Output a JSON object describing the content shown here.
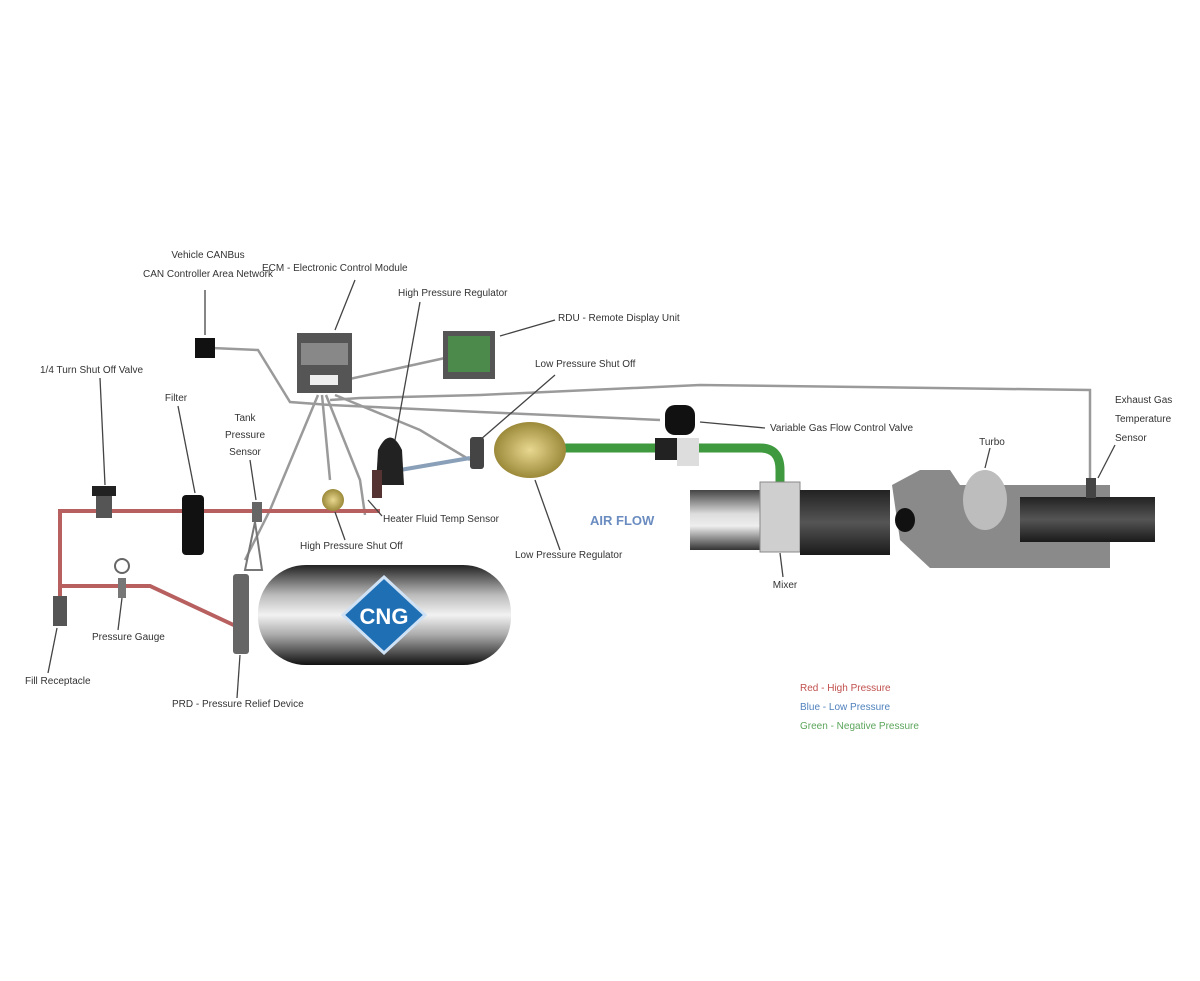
{
  "labels": {
    "canbus_1": "Vehicle CANBus",
    "canbus_2": "CAN Controller Area Network",
    "ecm": "ECM - Electronic Control Module",
    "hp_regulator": "High Pressure Regulator",
    "rdu": "RDU - Remote Display Unit",
    "lp_shutoff": "Low Pressure Shut Off",
    "quarter_turn_valve": "1/4 Turn Shut Off Valve",
    "filter": "Filter",
    "tank_sensor_1": "Tank",
    "tank_sensor_2": "Pressure",
    "tank_sensor_3": "Sensor",
    "gas_flow_valve": "Variable Gas Flow Control Valve",
    "egt_1": "Exhaust Gas",
    "egt_2": "Temperature",
    "egt_3": "Sensor",
    "turbo": "Turbo",
    "heater_temp": "Heater Fluid Temp Sensor",
    "hp_shutoff": "High Pressure Shut Off",
    "lp_regulator": "Low Pressure Regulator",
    "air_flow": "AIR FLOW",
    "mixer": "Mixer",
    "pressure_gauge": "Pressure Gauge",
    "fill_receptacle": "Fill Receptacle",
    "prd": "PRD - Pressure Relief Device",
    "cng_logo": "CNG"
  },
  "legend": [
    {
      "text": "Red - High Pressure",
      "color": "#c0504d"
    },
    {
      "text": "Blue - Low Pressure",
      "color": "#4f81bd"
    },
    {
      "text": "Green - Negative Pressure",
      "color": "#5aa55a"
    }
  ],
  "colors": {
    "high_pressure_line": "#b86060",
    "negative_pressure_line": "#3f9a3f",
    "cng_logo": "#1f6fb5"
  }
}
